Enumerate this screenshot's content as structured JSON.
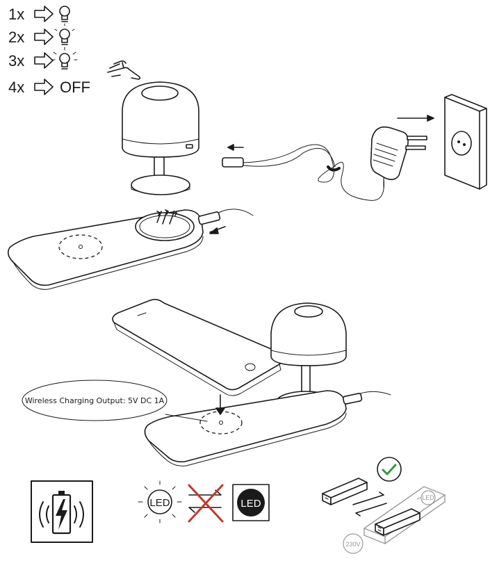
{
  "touch_modes": [
    {
      "count": "1x",
      "result_icon": "bulb-low-icon"
    },
    {
      "count": "2x",
      "result_icon": "bulb-medium-icon"
    },
    {
      "count": "3x",
      "result_icon": "bulb-high-icon"
    },
    {
      "count": "4x",
      "result": "OFF"
    }
  ],
  "callout": {
    "text": "Wireless Charging Output: 5V DC 1A"
  },
  "led_panel": {
    "on_label": "LED",
    "off_label": "LED"
  },
  "power_supply": {
    "plate_label": "LED",
    "voltage_label": "230V"
  },
  "icons": {
    "wireless_battery": "wireless-battery-icon",
    "not_allowed": "cross-out-icon",
    "approved": "checkmark-icon"
  },
  "colors": {
    "line": "#1a1a1a",
    "check": "#2e9a3e",
    "cross": "#c0392b",
    "faded": "#9a9a9a"
  }
}
